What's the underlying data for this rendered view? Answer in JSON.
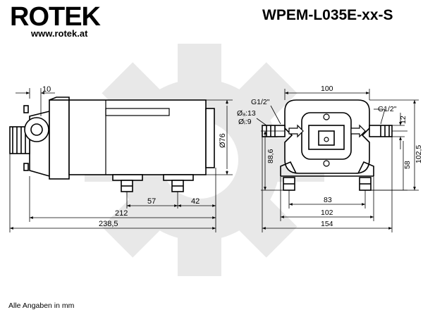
{
  "header": {
    "brand": "ROTEK",
    "website": "www.rotek.at",
    "model": "WPEM-L035E-xx-S"
  },
  "footnote": "Alle Angaben in mm",
  "side_view": {
    "dim_top": "10",
    "dim_diameter": "Ø76",
    "dim_57": "57",
    "dim_42": "42",
    "dim_212": "212",
    "dim_238": "238,5"
  },
  "front_view": {
    "dim_100": "100",
    "port_left": "G1/2\"",
    "port_right": "G1/2\"",
    "hose_outer": "Øₐ:13",
    "hose_inner": "Øᵢ:9",
    "dim_12": "12",
    "dim_102_5": "102,5",
    "dim_88_6": "88,6",
    "dim_58": "58",
    "dim_83": "83",
    "dim_102": "102",
    "dim_154": "154"
  },
  "colors": {
    "line": "#000000",
    "watermark": "#e6e6e6"
  }
}
